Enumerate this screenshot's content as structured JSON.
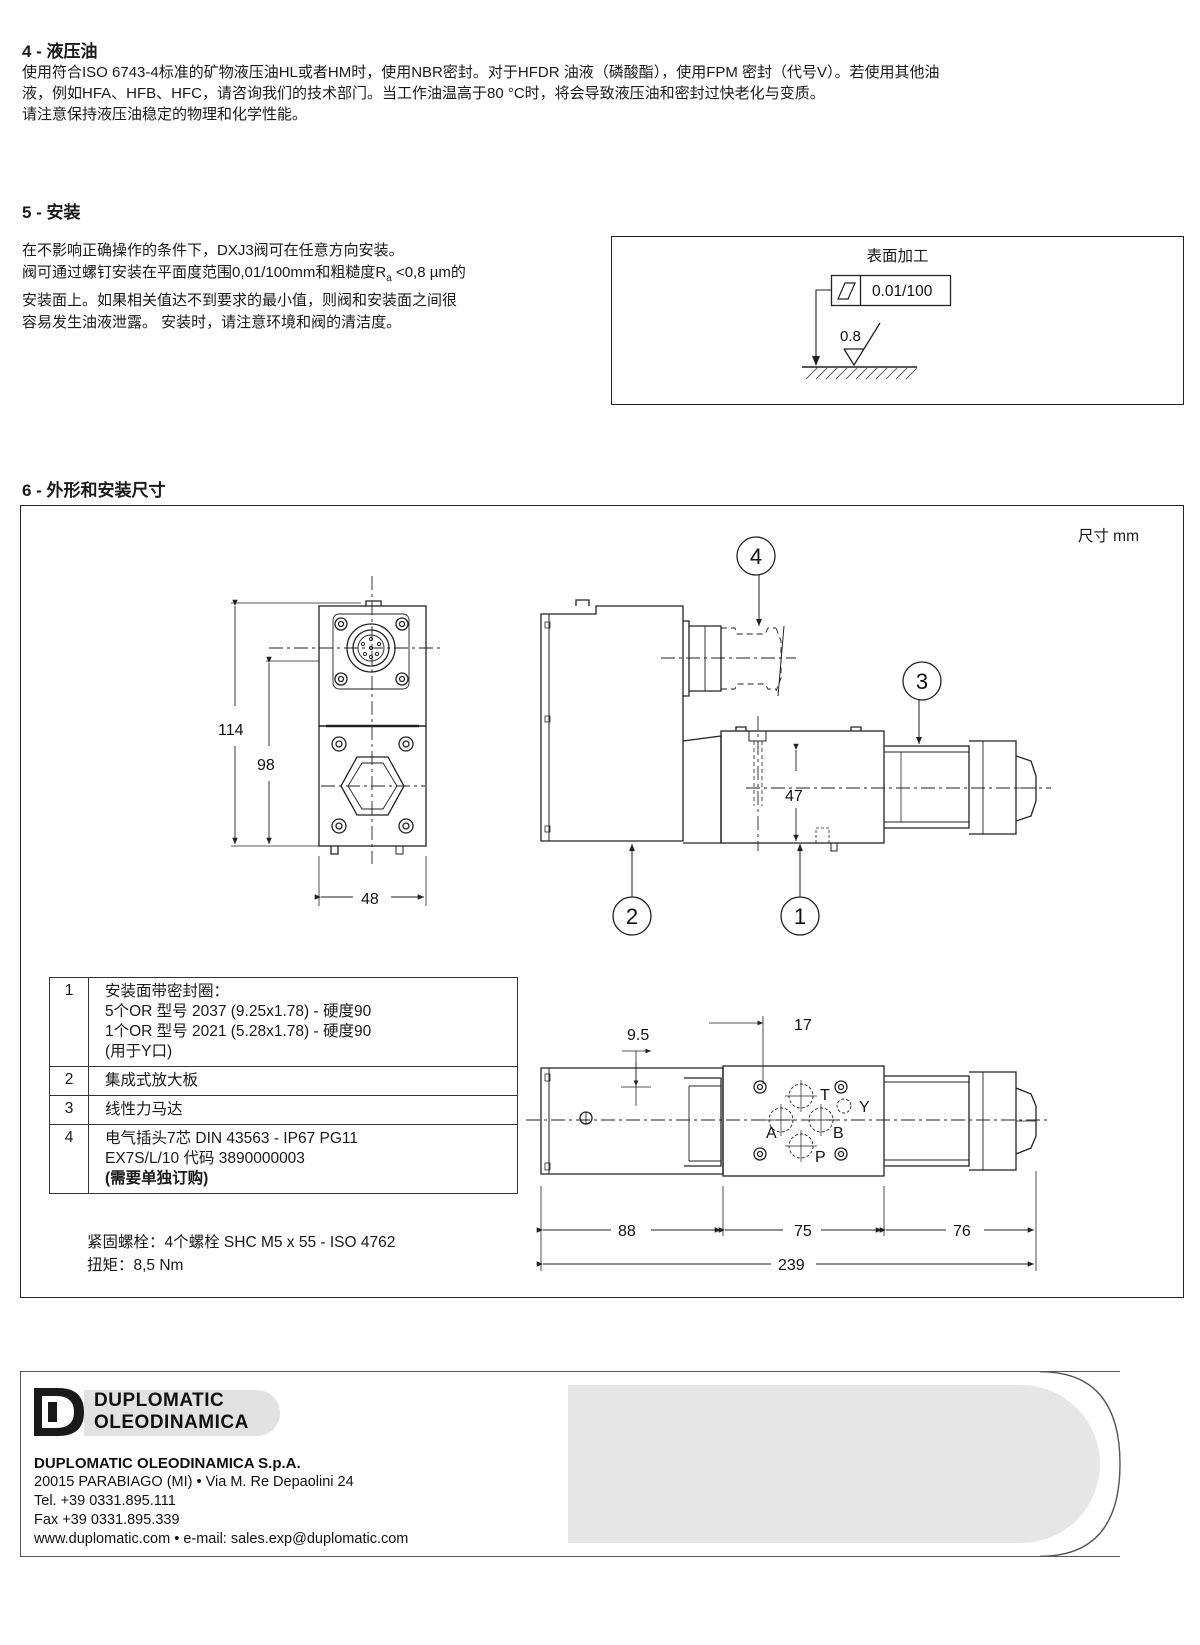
{
  "section4": {
    "title": "4 - 液压油",
    "lines": [
      "使用符合ISO 6743-4标准的矿物液压油HL或者HM时，使用NBR密封。对于HFDR 油液（磷酸酯），使用FPM 密封（代号V）。若使用其他油",
      "液，例如HFA、HFB、HFC，请咨询我们的技术部门。当工作油温高于80 °C时，将会导致液压油和密封过快老化与变质。",
      "请注意保持液压油稳定的物理和化学性能。"
    ]
  },
  "section5": {
    "title": "5 - 安装",
    "line1": "在不影响正确操作的条件下，DXJ3阀可在任意方向安装。",
    "line2_pre": "阀可通过螺钉安装在平面度范围0,01/100mm和粗糙度R",
    "line2_sub": "a",
    "line2_post": " <0,8 µm的",
    "line3": "安装面上。如果相关值达不到要求的最小值，则阀和安装面之间很",
    "line4": "容易发生油液泄露。 安装时，请注意环境和阀的清洁度。",
    "surface": {
      "title": "表面加工",
      "flatness": "0.01/100",
      "roughness": "0.8"
    }
  },
  "section6": {
    "title": "6 - 外形和安装尺寸",
    "unit": "尺寸  mm",
    "dims": {
      "h114": "114",
      "h98": "98",
      "w48": "48",
      "d47": "47",
      "d9_5": "9.5",
      "d17": "17",
      "d88": "88",
      "d75": "75",
      "d76": "76",
      "d239": "239"
    },
    "ports": {
      "t": "T",
      "y": "Y",
      "a": "A",
      "b": "B",
      "p": "P"
    },
    "callouts": [
      "1",
      "2",
      "3",
      "4"
    ],
    "parts": [
      {
        "num": "1",
        "lines": [
          "安装面带密封圈：",
          "5个OR 型号 2037 (9.25x1.78) - 硬度90",
          "1个OR 型号 2021 (5.28x1.78) - 硬度90",
          "(用于Y口)"
        ]
      },
      {
        "num": "2",
        "lines": [
          "集成式放大板"
        ]
      },
      {
        "num": "3",
        "lines": [
          "线性力马达"
        ]
      },
      {
        "num": "4",
        "lines": [
          "电气插头7芯 DIN 43563 - IP67 PG11",
          "EX7S/L/10 代码 3890000003",
          "(需要单独订购)"
        ]
      }
    ],
    "bolts": "紧固螺栓：4个螺栓 SHC M5 x 55 - ISO 4762",
    "torque": "扭矩：8,5 Nm"
  },
  "footer": {
    "logo_line1": "DUPLOMATIC",
    "logo_line2": "OLEODINAMICA",
    "company": "DUPLOMATIC OLEODINAMICA S.p.A.",
    "address": "20015 PARABIAGO (MI) • Via M. Re Depaolini 24",
    "tel": "Tel. +39 0331.895.111",
    "fax": "Fax +39 0331.895.339",
    "web": "www.duplomatic.com • e-mail: sales.exp@duplomatic.com"
  }
}
